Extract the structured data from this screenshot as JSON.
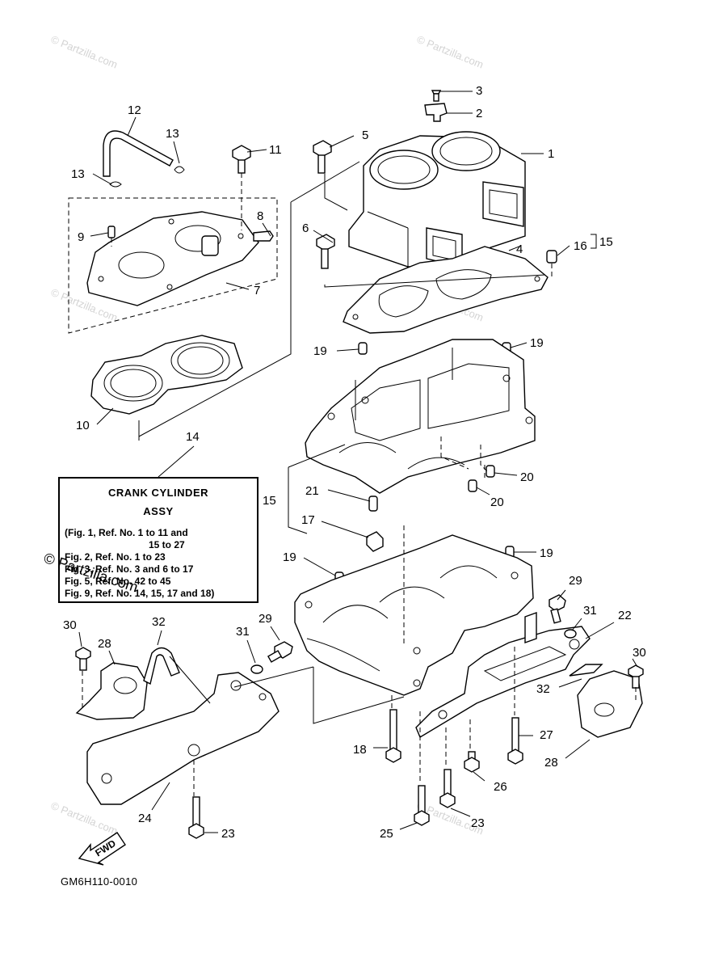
{
  "diagram": {
    "callouts": {
      "c1": "1",
      "c2": "2",
      "c3": "3",
      "c4": "4",
      "c5": "5",
      "c6": "6",
      "c7": "7",
      "c8": "8",
      "c9": "9",
      "c10": "10",
      "c11": "11",
      "c12": "12",
      "c13a": "13",
      "c13b": "13",
      "c14": "14",
      "c15a": "15",
      "c15b": "15",
      "c16": "16",
      "c17": "17",
      "c18": "18",
      "c19a": "19",
      "c19b": "19",
      "c19c": "19",
      "c19d": "19",
      "c20a": "20",
      "c20b": "20",
      "c21": "21",
      "c22": "22",
      "c23a": "23",
      "c23b": "23",
      "c24": "24",
      "c25": "25",
      "c26": "26",
      "c27": "27",
      "c28a": "28",
      "c28b": "28",
      "c29a": "29",
      "c29b": "29",
      "c30a": "30",
      "c30b": "30",
      "c31a": "31",
      "c31b": "31",
      "c32a": "32",
      "c32b": "32"
    },
    "info_box": {
      "title_line1": "CRANK CYLINDER",
      "title_line2": "ASSY",
      "lines": [
        "(Fig. 1, Ref. No. 1 to 11 and",
        "15 to 27",
        "Fig. 2, Ref. No. 1 to 23",
        "Fig. 3, Ref. No. 3 and 6 to 17",
        "Fig. 5, Ref. No. 42 to 45",
        "Fig. 9, Ref. No. 14, 15, 17 and 18)"
      ]
    },
    "fwd_label": "FWD",
    "drawing_code": "GM6H110-0010",
    "watermark_text": "© Partzilla.com",
    "overlay_watermark": "© Partzilla.com"
  }
}
